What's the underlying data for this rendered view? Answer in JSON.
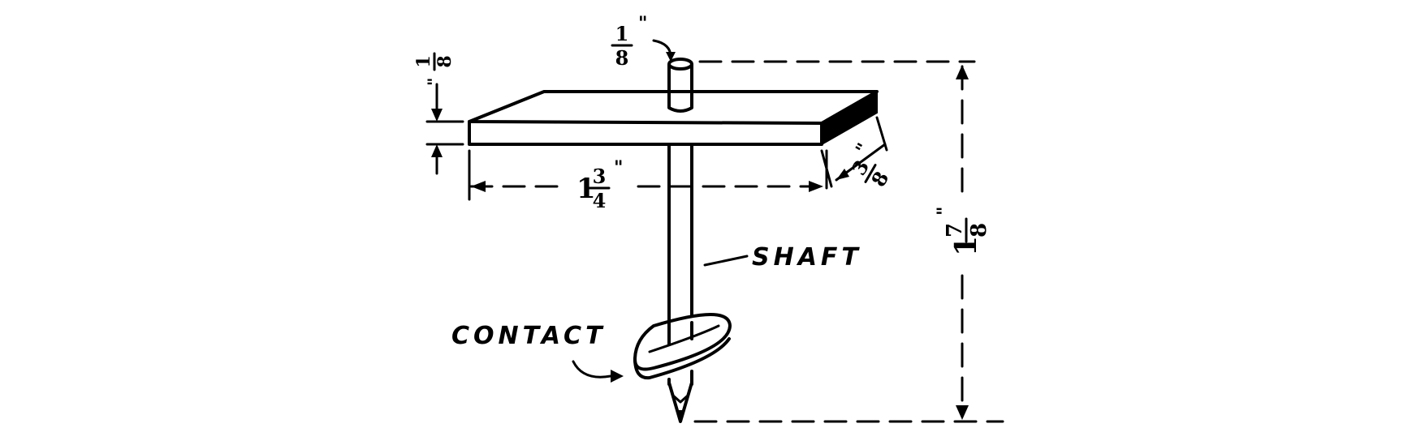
{
  "labels": {
    "shaft": "SHAFT",
    "contact": "CONTACT"
  },
  "dimensions": {
    "shaft_top_diameter": {
      "num": "1",
      "den": "8",
      "unit": "\""
    },
    "plate_thickness": {
      "num": "1",
      "den": "8",
      "unit": "\""
    },
    "plate_length": {
      "whole": "1",
      "num": "3",
      "den": "4",
      "unit": "\""
    },
    "plate_width": {
      "num": "3",
      "den": "8",
      "unit": "\""
    },
    "overall_height": {
      "whole": "1",
      "num": "7",
      "den": "8",
      "unit": "\""
    }
  },
  "colors": {
    "ink": "#000000",
    "paper": "#ffffff"
  }
}
